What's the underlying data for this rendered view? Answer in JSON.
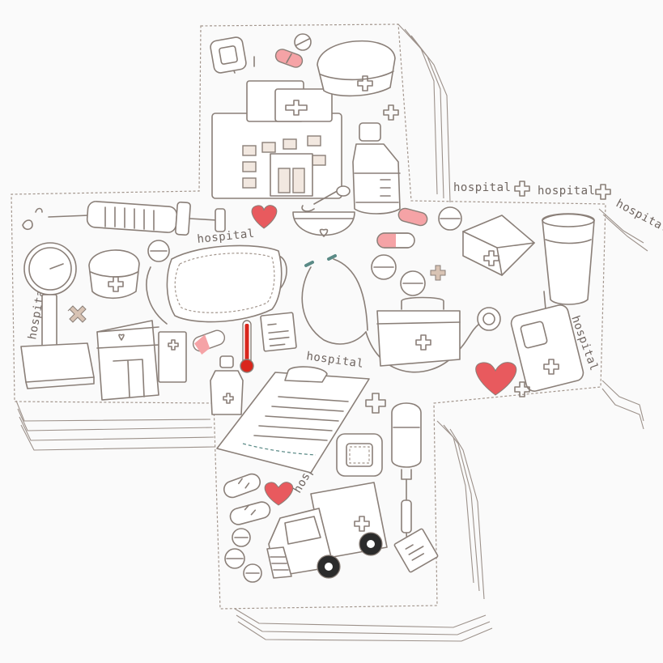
{
  "labels": {
    "hospital_1": "hospital",
    "hospital_2": "hospital",
    "hospital_3": "hospital",
    "hospital_4": "hospital",
    "hospital_5": "hospital",
    "hospital_6": "hospital",
    "hospital_7": "hospital",
    "hospital_8": "hospital"
  },
  "colors": {
    "ink": "#8a7f78",
    "heart": "#e85a5e",
    "pill_pink": "#f5a3a6",
    "thermo_red": "#d9261c",
    "stetho_teal": "#5a8a86",
    "wheel": "#2b2b2b"
  },
  "icons": [
    "hospital-building-icon",
    "nurse-cap-icon",
    "syringe-icon",
    "face-mask-icon",
    "stethoscope-icon",
    "first-aid-kit-icon",
    "clipboard-icon",
    "ambulance-icon",
    "iv-bag-icon",
    "thermometer-icon",
    "heart-icon",
    "pill-icon",
    "medicine-bottle-icon",
    "water-glass-icon",
    "scale-icon",
    "mortar-pestle-icon",
    "bandage-icon",
    "phone-icon"
  ]
}
